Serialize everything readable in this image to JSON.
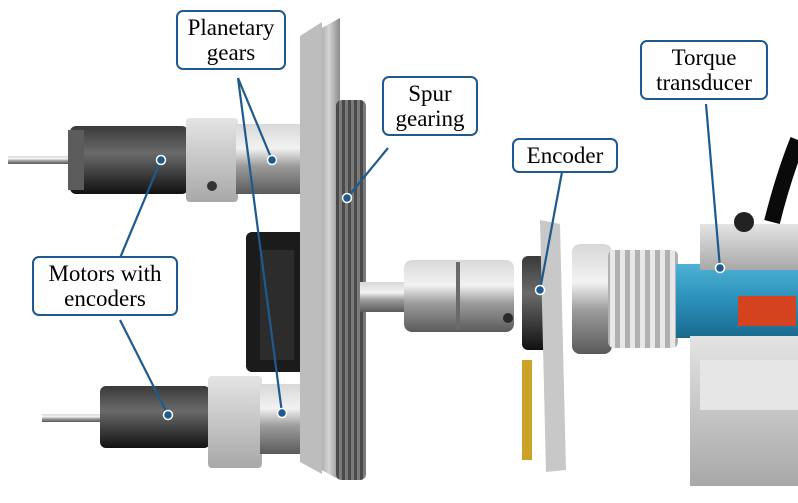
{
  "labels": {
    "planetary": {
      "line1": "Planetary",
      "line2": "gears"
    },
    "spur": {
      "line1": "Spur",
      "line2": "gearing"
    },
    "encoder": {
      "line1": "Encoder"
    },
    "torque": {
      "line1": "Torque",
      "line2": "transducer"
    },
    "motors": {
      "line1": "Motors with",
      "line2": "encoders"
    }
  },
  "colors": {
    "callout_border": "#1f5a8e",
    "leader_line": "#1f5a8e",
    "marker_dot": "#1f5a8e",
    "transducer_body": "#2a8fb8",
    "background": "#ffffff"
  }
}
